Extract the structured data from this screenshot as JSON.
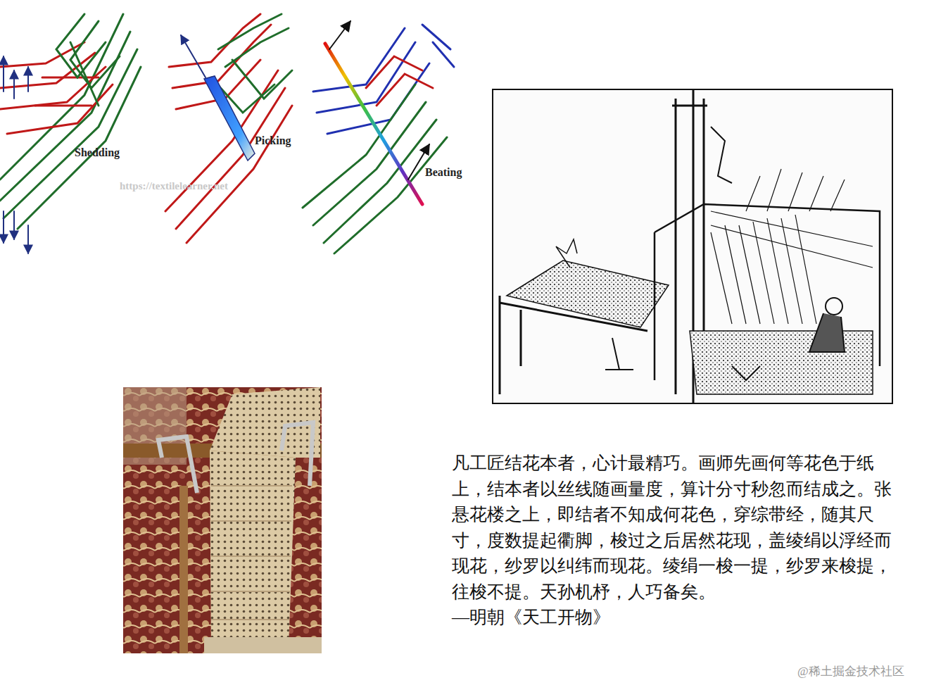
{
  "diagram": {
    "labels": [
      "Shedding",
      "Picking",
      "Beating",
      "https://textilelearner.net",
      "凡工匠结花本者，心计最精巧。画师先画何等花色于纸上，结本者以丝线随画量度，算计分寸秒忽而结成之。张悬花楼之上，即结者不知成何花色，穿综带经，随其尺寸，度数提起衢脚，梭过之后居然花现，盖绫绢以浮经而现花，纱罗以纠纬而现花。绫绢一梭一提，纱罗来梭提，往梭不提。天孙机杼，人巧备矣。",
      "—明朝《天工开物》",
      "@稀土掘金技术社区"
    ]
  }
}
